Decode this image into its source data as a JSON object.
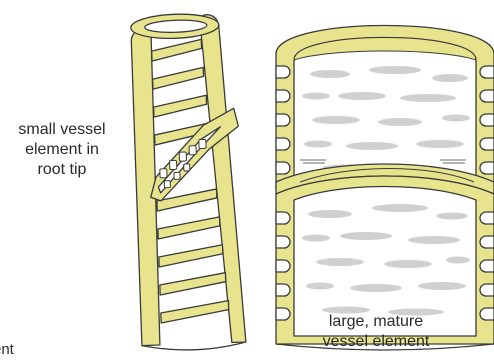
{
  "labels": {
    "small_vessel": [
      "small vessel",
      "element in",
      "root tip"
    ],
    "large_vessel": [
      "large, mature",
      "vessel element"
    ],
    "cut_off": "ent"
  },
  "colors": {
    "wall_fill": "#e8e48e",
    "outline": "#3a3a3a",
    "lumen": "#ffffff",
    "pattern_gray": "#d0d0d0",
    "text": "#2a2a2a"
  }
}
